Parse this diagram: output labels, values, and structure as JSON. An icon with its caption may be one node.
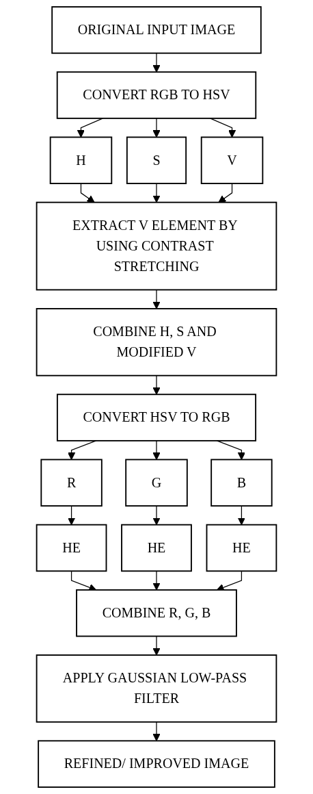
{
  "diagram": {
    "nodes": [
      {
        "text": [
          "ORIGINAL INPUT IMAGE"
        ]
      },
      {
        "text": [
          "CONVERT RGB TO HSV"
        ]
      },
      {
        "text": [
          "H"
        ]
      },
      {
        "text": [
          "S"
        ]
      },
      {
        "text": [
          "V"
        ]
      },
      {
        "text": [
          "EXTRACT V ELEMENT BY USING CONTRAST STRETCHING"
        ]
      },
      {
        "text": [
          "COMBINE H, S AND MODIFIED V"
        ]
      },
      {
        "text": [
          "CONVERT HSV TO RGB"
        ]
      },
      {
        "text": [
          "R"
        ]
      },
      {
        "text": [
          "G"
        ]
      },
      {
        "text": [
          "B"
        ]
      },
      {
        "text": [
          "HE"
        ]
      },
      {
        "text": [
          "HE"
        ]
      },
      {
        "text": [
          "HE"
        ]
      },
      {
        "text": [
          "COMBINE R, G, B"
        ]
      },
      {
        "text": [
          "APPLY GAUSSIAN LOW-PASS FILTER"
        ]
      },
      {
        "text": [
          "REFINED/ IMPROVED IMAGE"
        ]
      }
    ],
    "edges": [
      {
        "from": 0,
        "to": 1,
        "arrow": "to"
      },
      {
        "from": 1,
        "to": 2,
        "arrow": "to"
      },
      {
        "from": 1,
        "to": 3,
        "arrow": "to"
      },
      {
        "from": 1,
        "to": 4,
        "arrow": "to"
      },
      {
        "from": 2,
        "to": 5,
        "arrow": "to"
      },
      {
        "from": 3,
        "to": 5,
        "arrow": "to"
      },
      {
        "from": 4,
        "to": 5,
        "arrow": "to"
      },
      {
        "from": 5,
        "to": 6,
        "arrow": "to"
      },
      {
        "from": 6,
        "to": 7,
        "arrow": "to"
      },
      {
        "from": 7,
        "to": 8,
        "arrow": "to"
      },
      {
        "from": 7,
        "to": 9,
        "arrow": "to"
      },
      {
        "from": 7,
        "to": 10,
        "arrow": "to"
      },
      {
        "from": 8,
        "to": 11,
        "arrow": "to"
      },
      {
        "from": 9,
        "to": 12,
        "arrow": "to"
      },
      {
        "from": 10,
        "to": 13,
        "arrow": "to"
      },
      {
        "from": 11,
        "to": 14,
        "arrow": "to"
      },
      {
        "from": 12,
        "to": 14,
        "arrow": "to"
      },
      {
        "from": 13,
        "to": 14,
        "arrow": "to"
      },
      {
        "from": 14,
        "to": 15,
        "arrow": "to"
      },
      {
        "from": 15,
        "to": 16,
        "arrow": "to"
      }
    ]
  }
}
